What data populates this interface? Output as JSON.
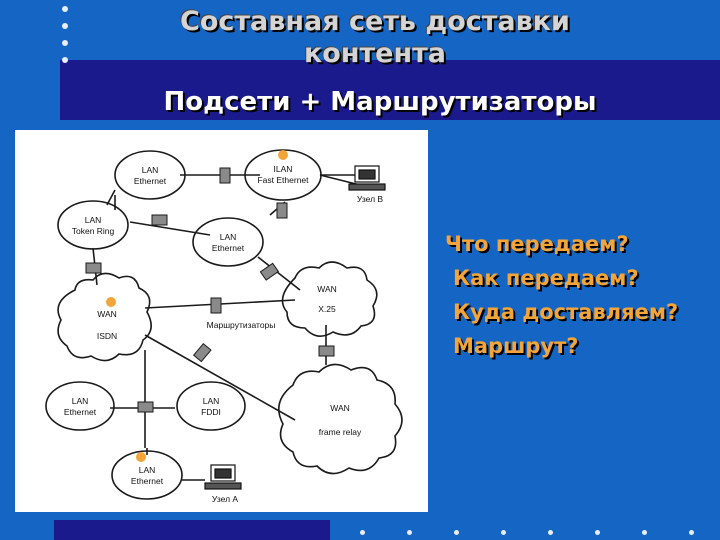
{
  "slide": {
    "title": "Составная сеть доставки контента",
    "title_line1": "Составная сеть доставки",
    "title_line2": "контента",
    "subtitle": "Подсети + Маршрутизаторы",
    "colors": {
      "background": "#1565c4",
      "band": "#1a1a8c",
      "title": "#d4d4d4",
      "accent": "#f3a53a"
    }
  },
  "diagram": {
    "networks": {
      "lan_ethernet_top": {
        "line1": "LAN",
        "line2": "Ethernet"
      },
      "lan_fast_ethernet": {
        "line1": "ILAN",
        "line2": "Fast Ethernet"
      },
      "lan_token_ring": {
        "line1": "LAN",
        "line2": "Token Ring"
      },
      "lan_ethernet_mid": {
        "line1": "LAN",
        "line2": "Ethernet"
      },
      "wan_isdn": {
        "line1": "WAN",
        "line2": "ISDN"
      },
      "wan_x25": {
        "line1": "WAN",
        "line2": "X.25"
      },
      "wan_frame_relay": {
        "line1": "WAN",
        "line2": "frame relay"
      },
      "lan_ethernet_left": {
        "line1": "LAN",
        "line2": "Ethernet"
      },
      "lan_fddi": {
        "line1": "LAN",
        "line2": "FDDI"
      },
      "lan_ethernet_bottom": {
        "line1": "LAN",
        "line2": "Ethernet"
      }
    },
    "routers_label": "Маршрутизаторы",
    "node_b": "Узел B",
    "node_a": "Узел А"
  },
  "questions": {
    "q1": "Что передаем?",
    "q2": "Как передаем?",
    "q3": "Куда доставляем?",
    "q4": "Маршрут?"
  }
}
